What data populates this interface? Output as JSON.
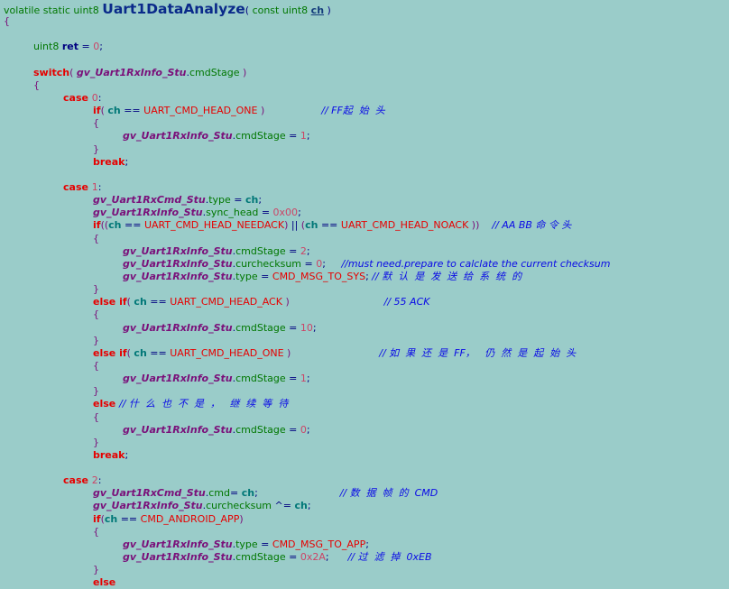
{
  "editor": {
    "function_name": "Uart1DataAnalyze",
    "palette": {
      "bg": "#9accc9",
      "g": "#007700",
      "fn": "#0a2a8a",
      "n": "#000080",
      "p": "#7a107a",
      "k": "#e60000",
      "ch": "#007777",
      "chd": "#123a7a",
      "num": "#cc4466",
      "cm": "#0a0ae6"
    },
    "lines": [
      {
        "i": 0,
        "s": [
          {
            "t": "volatile static uint8 ",
            "c": "g"
          },
          {
            "t": "Uart1DataAnalyze",
            "c": "fn"
          },
          {
            "t": "( ",
            "c": "n"
          },
          {
            "t": "const uint8 ",
            "c": "g"
          },
          {
            "t": "ch",
            "c": "chd"
          },
          {
            "t": " )",
            "c": "n"
          }
        ]
      },
      {
        "i": 0,
        "s": [
          {
            "t": "{",
            "c": "p"
          }
        ]
      },
      {
        "i": 0,
        "s": []
      },
      {
        "i": 1,
        "s": [
          {
            "t": "uint8 ",
            "c": "g"
          },
          {
            "t": "ret",
            "c": "b"
          },
          {
            "t": " = ",
            "c": "n"
          },
          {
            "t": "0",
            "c": "num"
          },
          {
            "t": ";",
            "c": "n"
          }
        ]
      },
      {
        "i": 0,
        "s": []
      },
      {
        "i": 1,
        "s": [
          {
            "t": "switch",
            "c": "k"
          },
          {
            "t": "( ",
            "c": "p"
          },
          {
            "t": "gv_Uart1RxInfo_Stu",
            "c": "gv"
          },
          {
            "t": ".",
            "c": "n"
          },
          {
            "t": "cmdStage",
            "c": "g"
          },
          {
            "t": " )",
            "c": "p"
          }
        ]
      },
      {
        "i": 1,
        "s": [
          {
            "t": "{",
            "c": "p"
          }
        ]
      },
      {
        "i": 2,
        "s": [
          {
            "t": "case ",
            "c": "k"
          },
          {
            "t": "0",
            "c": "num"
          },
          {
            "t": ":",
            "c": "n"
          }
        ]
      },
      {
        "i": 3,
        "s": [
          {
            "t": "if",
            "c": "k"
          },
          {
            "t": "( ",
            "c": "p"
          },
          {
            "t": "ch",
            "c": "ch"
          },
          {
            "t": " == ",
            "c": "n"
          },
          {
            "t": "UART_CMD_HEAD_ONE",
            "c": "m"
          },
          {
            "t": " )",
            "c": "p"
          },
          {
            "t": "                  // FF起  始  头",
            "c": "cm"
          }
        ]
      },
      {
        "i": 3,
        "s": [
          {
            "t": "{",
            "c": "p"
          }
        ]
      },
      {
        "i": 4,
        "s": [
          {
            "t": "gv_Uart1RxInfo_Stu",
            "c": "gv"
          },
          {
            "t": ".",
            "c": "n"
          },
          {
            "t": "cmdStage",
            "c": "g"
          },
          {
            "t": " = ",
            "c": "n"
          },
          {
            "t": "1",
            "c": "num"
          },
          {
            "t": ";",
            "c": "n"
          }
        ]
      },
      {
        "i": 3,
        "s": [
          {
            "t": "}",
            "c": "p"
          }
        ]
      },
      {
        "i": 3,
        "s": [
          {
            "t": "break",
            "c": "k"
          },
          {
            "t": ";",
            "c": "n"
          }
        ]
      },
      {
        "i": 0,
        "s": []
      },
      {
        "i": 2,
        "s": [
          {
            "t": "case ",
            "c": "k"
          },
          {
            "t": "1",
            "c": "num"
          },
          {
            "t": ":",
            "c": "n"
          }
        ]
      },
      {
        "i": 3,
        "s": [
          {
            "t": "gv_Uart1RxCmd_Stu",
            "c": "gv"
          },
          {
            "t": ".",
            "c": "n"
          },
          {
            "t": "type",
            "c": "g"
          },
          {
            "t": " = ",
            "c": "n"
          },
          {
            "t": "ch",
            "c": "ch"
          },
          {
            "t": ";",
            "c": "n"
          }
        ]
      },
      {
        "i": 3,
        "s": [
          {
            "t": "gv_Uart1RxInfo_Stu",
            "c": "gv"
          },
          {
            "t": ".",
            "c": "n"
          },
          {
            "t": "sync_head",
            "c": "g"
          },
          {
            "t": " = ",
            "c": "n"
          },
          {
            "t": "0x00",
            "c": "num"
          },
          {
            "t": ";",
            "c": "n"
          }
        ]
      },
      {
        "i": 3,
        "s": [
          {
            "t": "if",
            "c": "k"
          },
          {
            "t": "((",
            "c": "p"
          },
          {
            "t": "ch",
            "c": "ch"
          },
          {
            "t": " == ",
            "c": "n"
          },
          {
            "t": "UART_CMD_HEAD_NEEDACK",
            "c": "m"
          },
          {
            "t": ")",
            "c": "p"
          },
          {
            "t": " || ",
            "c": "n"
          },
          {
            "t": "(",
            "c": "p"
          },
          {
            "t": "ch",
            "c": "ch"
          },
          {
            "t": " == ",
            "c": "n"
          },
          {
            "t": "UART_CMD_HEAD_NOACK",
            "c": "m"
          },
          {
            "t": " ))",
            "c": "p"
          },
          {
            "t": "    // AA BB 命 令 头",
            "c": "cm"
          }
        ]
      },
      {
        "i": 3,
        "s": [
          {
            "t": "{",
            "c": "p"
          }
        ]
      },
      {
        "i": 4,
        "s": [
          {
            "t": "gv_Uart1RxInfo_Stu",
            "c": "gv"
          },
          {
            "t": ".",
            "c": "n"
          },
          {
            "t": "cmdStage",
            "c": "g"
          },
          {
            "t": " = ",
            "c": "n"
          },
          {
            "t": "2",
            "c": "num"
          },
          {
            "t": ";",
            "c": "n"
          }
        ]
      },
      {
        "i": 4,
        "s": [
          {
            "t": "gv_Uart1RxInfo_Stu",
            "c": "gv"
          },
          {
            "t": ".",
            "c": "n"
          },
          {
            "t": "curchecksum",
            "c": "g"
          },
          {
            "t": " = ",
            "c": "n"
          },
          {
            "t": "0",
            "c": "num"
          },
          {
            "t": ";",
            "c": "n"
          },
          {
            "t": "     //must need.prepare to calclate the current checksum",
            "c": "cm"
          }
        ]
      },
      {
        "i": 4,
        "s": [
          {
            "t": "gv_Uart1RxInfo_Stu",
            "c": "gv"
          },
          {
            "t": ".",
            "c": "n"
          },
          {
            "t": "type",
            "c": "g"
          },
          {
            "t": " = ",
            "c": "n"
          },
          {
            "t": "CMD_MSG_TO_SYS",
            "c": "m"
          },
          {
            "t": ";",
            "c": "n"
          },
          {
            "t": " // 默  认  是  发  送  给  系  统  的",
            "c": "cm"
          }
        ]
      },
      {
        "i": 3,
        "s": [
          {
            "t": "}",
            "c": "p"
          }
        ]
      },
      {
        "i": 3,
        "s": [
          {
            "t": "else if",
            "c": "k"
          },
          {
            "t": "( ",
            "c": "p"
          },
          {
            "t": "ch",
            "c": "ch"
          },
          {
            "t": " == ",
            "c": "n"
          },
          {
            "t": "UART_CMD_HEAD_ACK",
            "c": "m"
          },
          {
            "t": " )",
            "c": "p"
          },
          {
            "t": "                              // 55 ACK",
            "c": "cm"
          }
        ]
      },
      {
        "i": 3,
        "s": [
          {
            "t": "{",
            "c": "p"
          }
        ]
      },
      {
        "i": 4,
        "s": [
          {
            "t": "gv_Uart1RxInfo_Stu",
            "c": "gv"
          },
          {
            "t": ".",
            "c": "n"
          },
          {
            "t": "cmdStage",
            "c": "g"
          },
          {
            "t": " = ",
            "c": "n"
          },
          {
            "t": "10",
            "c": "num"
          },
          {
            "t": ";",
            "c": "n"
          }
        ]
      },
      {
        "i": 3,
        "s": [
          {
            "t": "}",
            "c": "p"
          }
        ]
      },
      {
        "i": 3,
        "s": [
          {
            "t": "else if",
            "c": "k"
          },
          {
            "t": "( ",
            "c": "p"
          },
          {
            "t": "ch",
            "c": "ch"
          },
          {
            "t": " == ",
            "c": "n"
          },
          {
            "t": "UART_CMD_HEAD_ONE",
            "c": "m"
          },
          {
            "t": " )",
            "c": "p"
          },
          {
            "t": "                            // 如  果  还  是  FF，   仍  然  是  起  始  头",
            "c": "cm"
          }
        ]
      },
      {
        "i": 3,
        "s": [
          {
            "t": "{",
            "c": "p"
          }
        ]
      },
      {
        "i": 4,
        "s": [
          {
            "t": "gv_Uart1RxInfo_Stu",
            "c": "gv"
          },
          {
            "t": ".",
            "c": "n"
          },
          {
            "t": "cmdStage",
            "c": "g"
          },
          {
            "t": " = ",
            "c": "n"
          },
          {
            "t": "1",
            "c": "num"
          },
          {
            "t": ";",
            "c": "n"
          }
        ]
      },
      {
        "i": 3,
        "s": [
          {
            "t": "}",
            "c": "p"
          }
        ]
      },
      {
        "i": 3,
        "s": [
          {
            "t": "else ",
            "c": "k"
          },
          {
            "t": "// 什  么  也  不  是  ，   继  续  等  待",
            "c": "cm"
          }
        ]
      },
      {
        "i": 3,
        "s": [
          {
            "t": "{",
            "c": "p"
          }
        ]
      },
      {
        "i": 4,
        "s": [
          {
            "t": "gv_Uart1RxInfo_Stu",
            "c": "gv"
          },
          {
            "t": ".",
            "c": "n"
          },
          {
            "t": "cmdStage",
            "c": "g"
          },
          {
            "t": " = ",
            "c": "n"
          },
          {
            "t": "0",
            "c": "num"
          },
          {
            "t": ";",
            "c": "n"
          }
        ]
      },
      {
        "i": 3,
        "s": [
          {
            "t": "}",
            "c": "p"
          }
        ]
      },
      {
        "i": 3,
        "s": [
          {
            "t": "break",
            "c": "k"
          },
          {
            "t": ";",
            "c": "n"
          }
        ]
      },
      {
        "i": 0,
        "s": []
      },
      {
        "i": 2,
        "s": [
          {
            "t": "case ",
            "c": "k"
          },
          {
            "t": "2",
            "c": "num"
          },
          {
            "t": ":",
            "c": "n"
          }
        ]
      },
      {
        "i": 3,
        "s": [
          {
            "t": "gv_Uart1RxCmd_Stu",
            "c": "gv"
          },
          {
            "t": ".",
            "c": "n"
          },
          {
            "t": "cmd",
            "c": "g"
          },
          {
            "t": "= ",
            "c": "n"
          },
          {
            "t": "ch",
            "c": "ch"
          },
          {
            "t": ";",
            "c": "n"
          },
          {
            "t": "                          // 数  据  帧  的  CMD",
            "c": "cm"
          }
        ]
      },
      {
        "i": 3,
        "s": [
          {
            "t": "gv_Uart1RxInfo_Stu",
            "c": "gv"
          },
          {
            "t": ".",
            "c": "n"
          },
          {
            "t": "curchecksum",
            "c": "g"
          },
          {
            "t": " ^= ",
            "c": "n"
          },
          {
            "t": "ch",
            "c": "ch"
          },
          {
            "t": ";",
            "c": "n"
          }
        ]
      },
      {
        "i": 3,
        "s": [
          {
            "t": "if",
            "c": "k"
          },
          {
            "t": "(",
            "c": "p"
          },
          {
            "t": "ch",
            "c": "ch"
          },
          {
            "t": " == ",
            "c": "n"
          },
          {
            "t": "CMD_ANDROID_APP",
            "c": "m"
          },
          {
            "t": ")",
            "c": "p"
          }
        ]
      },
      {
        "i": 3,
        "s": [
          {
            "t": "{",
            "c": "p"
          }
        ]
      },
      {
        "i": 4,
        "s": [
          {
            "t": "gv_Uart1RxInfo_Stu",
            "c": "gv"
          },
          {
            "t": ".",
            "c": "n"
          },
          {
            "t": "type",
            "c": "g"
          },
          {
            "t": " = ",
            "c": "n"
          },
          {
            "t": "CMD_MSG_TO_APP",
            "c": "m"
          },
          {
            "t": ";",
            "c": "n"
          }
        ]
      },
      {
        "i": 4,
        "s": [
          {
            "t": "gv_Uart1RxInfo_Stu",
            "c": "gv"
          },
          {
            "t": ".",
            "c": "n"
          },
          {
            "t": "cmdStage",
            "c": "g"
          },
          {
            "t": " = ",
            "c": "n"
          },
          {
            "t": "0x2A",
            "c": "num"
          },
          {
            "t": ";",
            "c": "n"
          },
          {
            "t": "      // 过  滤  掉  0xEB",
            "c": "cm"
          }
        ]
      },
      {
        "i": 3,
        "s": [
          {
            "t": "}",
            "c": "p"
          }
        ]
      },
      {
        "i": 3,
        "s": [
          {
            "t": "else",
            "c": "k"
          }
        ]
      }
    ]
  }
}
